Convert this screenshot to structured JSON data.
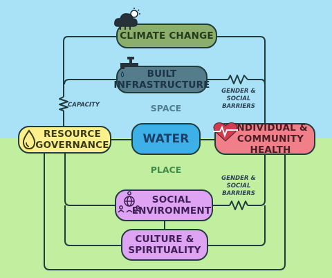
{
  "nodes": {
    "climate": "CLIMATE CHANGE",
    "built": "BUILT\nINFRASTRUCTURE",
    "resource": "RESOURCE\nGOVERNANCE",
    "water": "WATER",
    "health": "INDIVIDUAL &\nCOMMUNITY HEALTH",
    "social": "SOCIAL\nENVIRONMENT",
    "culture": "CULTURE &\nSPIRITUALITY"
  },
  "labels": {
    "space": "SPACE",
    "place": "PLACE",
    "gender_top": "GENDER &\nSOCIAL\nBARRIERS",
    "gender_bottom": "GENDER &\nSOCIAL\nBARRIERS",
    "capacity": "CAPACITY"
  },
  "icons": [
    "cloud-sun-icon",
    "faucet-icon",
    "water-drop-icon",
    "heart-pulse-icon",
    "community-globe-icon"
  ],
  "colors": {
    "sky": "#a9e1f7",
    "ground": "#c2eea0",
    "climate": "#8cae6c",
    "built": "#557c8b",
    "resource": "#fbf08c",
    "water": "#3cb0e7",
    "health": "#f07f8a",
    "social": "#dea3f3",
    "lines": "#1f3b3b"
  }
}
